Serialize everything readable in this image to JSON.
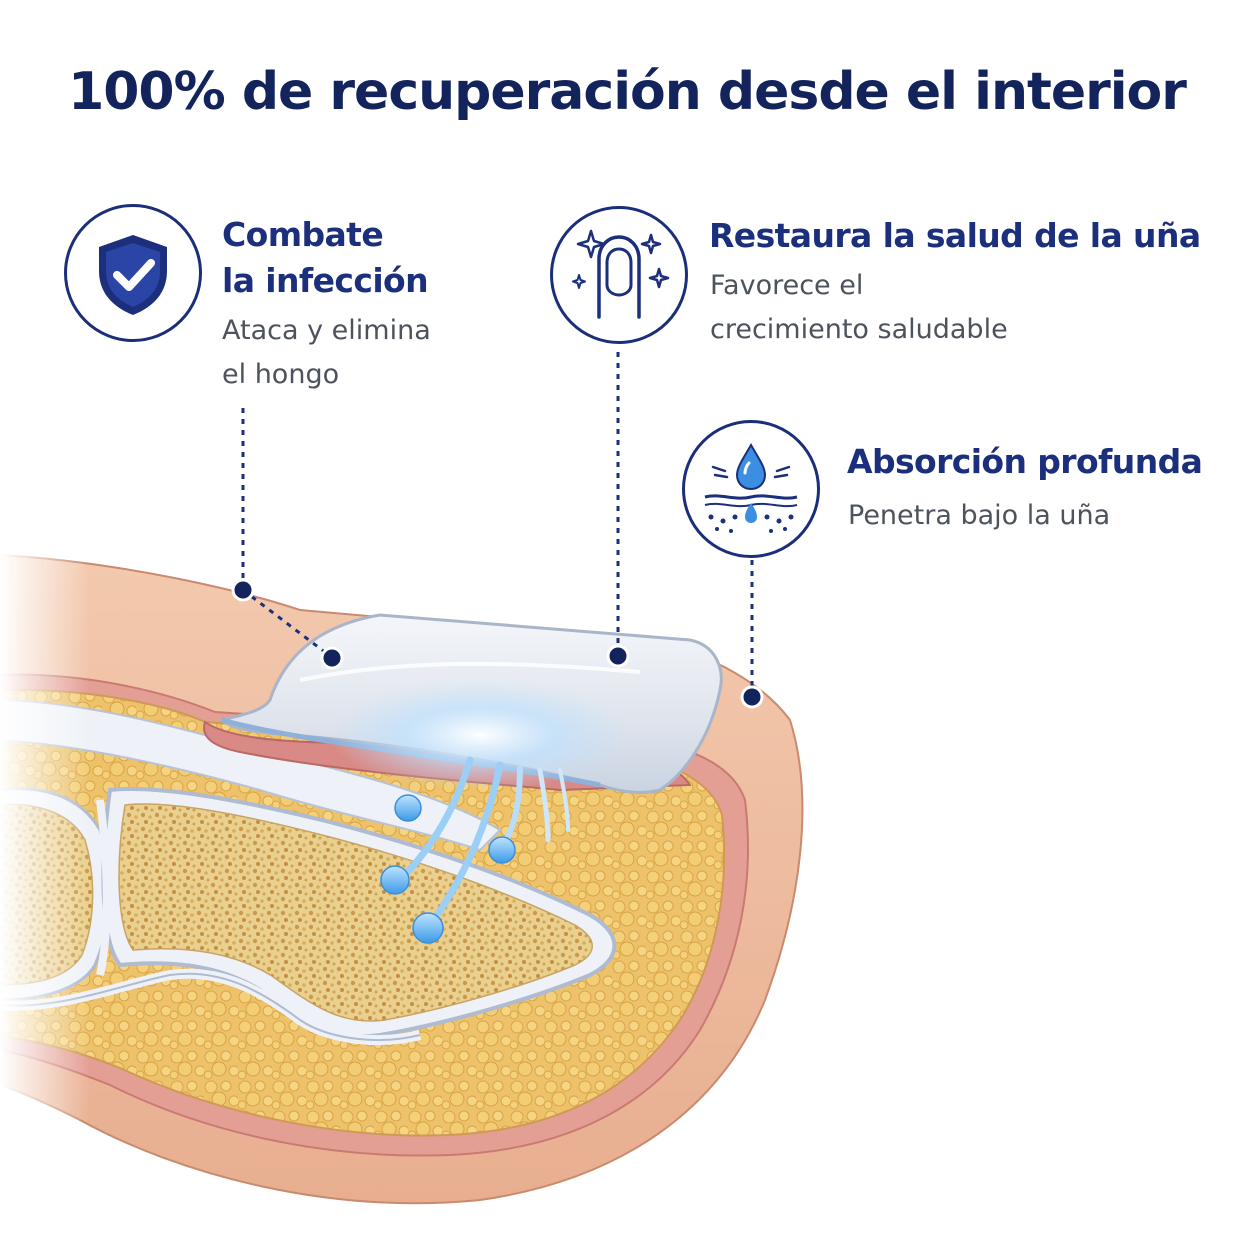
{
  "title": "100% de recuperación desde el interior",
  "features": [
    {
      "icon": "shield-check-icon",
      "title_line1": "Combate",
      "title_line2": "la infección",
      "desc_line1": "Ataca y elimina",
      "desc_line2": "el hongo"
    },
    {
      "icon": "nail-sparkle-icon",
      "title_line1": "Restaura la salud de la uña",
      "desc_line1": "Favorece el",
      "desc_line2": "crecimiento saludable"
    },
    {
      "icon": "absorption-drop-icon",
      "title_line1": "Absorción profunda",
      "desc_line1": "Penetra bajo la uña"
    }
  ],
  "colors": {
    "navy": "#13235c",
    "accent_blue": "#1b2f7d",
    "skin": "#efbfa3",
    "fat": "#edc26a",
    "bone": "#e5c78a",
    "drop": "#57aef0"
  }
}
